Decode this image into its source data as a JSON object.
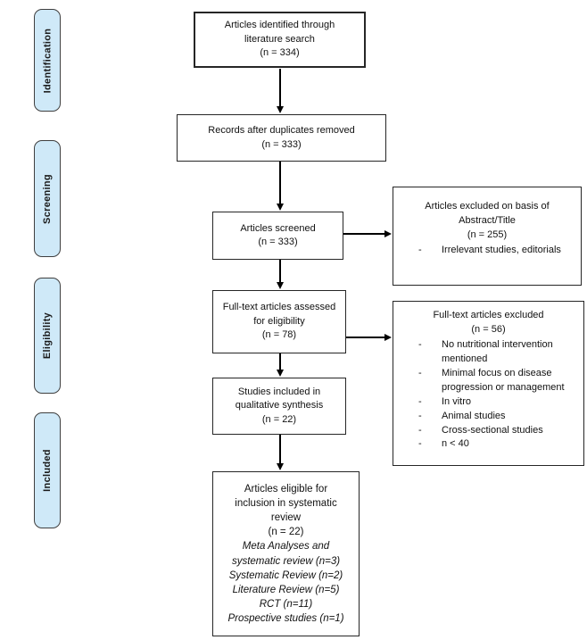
{
  "diagram": {
    "type": "prisma-flow",
    "colors": {
      "stage_fill": "#cfe9f8",
      "stage_border": "#3f3f3f",
      "box_border": "#262626",
      "arrow": "#000000",
      "background": "#ffffff"
    },
    "stages": [
      {
        "label": "Identification"
      },
      {
        "label": "Screening"
      },
      {
        "label": "Eligibility"
      },
      {
        "label": "Included"
      }
    ],
    "boxes": {
      "identified": "Articles identified through\nliterature search\n(n = 334)",
      "deduplicated": "Records after duplicates removed\n(n = 333)",
      "screened": "Articles screened\n(n = 333)",
      "fulltext_assessed": "Full-text articles assessed\nfor eligibility\n(n = 78)",
      "qualitative": "Studies included in\nqualitative synthesis\n(n = 22)",
      "eligible_header": "Articles eligible for\ninclusion in systematic\nreview\n(n = 22)",
      "eligible_breakdown": "Meta Analyses and\nsystematic review (n=3)\nSystematic Review (n=2)\nLiterature Review (n=5)\nRCT (n=11)\nProspective studies (n=1)"
    },
    "exclusion_screening": {
      "title": "Articles excluded on basis of\nAbstract/Title\n(n = 255)",
      "bullet_marker": "-",
      "items": [
        "Irrelevant studies, editorials"
      ]
    },
    "exclusion_fulltext": {
      "title": "Full-text articles excluded\n(n = 56)",
      "bullet_marker": "-",
      "items": [
        "No nutritional intervention mentioned",
        "Minimal focus on disease progression or management",
        "In vitro",
        "Animal studies",
        "Cross-sectional studies",
        "n < 40"
      ]
    }
  }
}
